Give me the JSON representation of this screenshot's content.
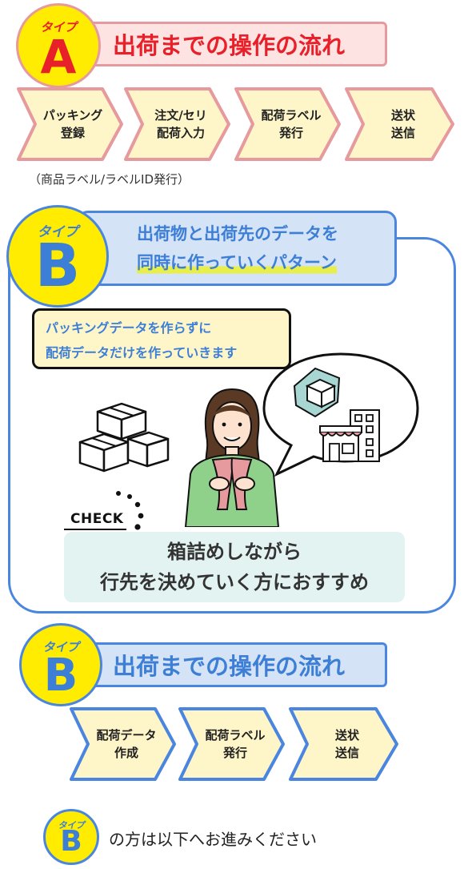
{
  "colors": {
    "badge_yellow": "#ffec00",
    "type_a_red": "#e8202a",
    "type_a_border": "#e79a9d",
    "type_a_fill": "#fde3e2",
    "chevron_fill": "#fef6c9",
    "type_b_blue": "#3d7fd6",
    "type_b_fill": "#d5e3f6"
  },
  "type_a": {
    "badge_small": "タイプ",
    "badge_letter": "A",
    "title": "出荷までの操作の流れ",
    "steps": [
      {
        "line1": "パッキング",
        "line2": "登録"
      },
      {
        "line1": "注文/セリ",
        "line2": "配荷入力"
      },
      {
        "line1": "配荷ラベル",
        "line2": "発行"
      },
      {
        "line1": "送状",
        "line2": "送信"
      }
    ],
    "note": "（商品ラベル/ラベルID発行）"
  },
  "type_b": {
    "badge_small": "タイプ",
    "badge_letter": "B",
    "headline_line1": "出荷物と出荷先のデータを",
    "headline_line2": "同時に作っていくパターン",
    "callout_line1": "パッキングデータを作らずに",
    "callout_line2": "配荷データだけを作っていきます",
    "check_label": "CHECK",
    "recommend_line1": "箱詰めしながら",
    "recommend_line2": "行先を決めていく方におすすめ",
    "icons": [
      "boxes-icon",
      "woman-illustration",
      "speech-bubble-icon",
      "package-icon",
      "store-building-icon"
    ]
  },
  "type_b_flow": {
    "badge_small": "タイプ",
    "badge_letter": "B",
    "title": "出荷までの操作の流れ",
    "steps": [
      {
        "line1": "配荷データ",
        "line2": "作成"
      },
      {
        "line1": "配荷ラベル",
        "line2": "発行"
      },
      {
        "line1": "送状",
        "line2": "送信"
      }
    ]
  },
  "footer": {
    "badge_small": "タイプ",
    "badge_letter": "B",
    "text": "の方は以下へお進みください"
  }
}
